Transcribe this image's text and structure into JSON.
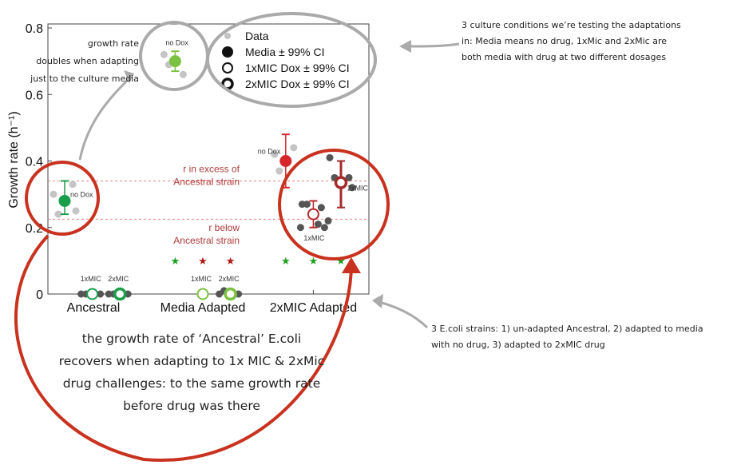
{
  "chart_data": {
    "type": "scatter",
    "ylabel": "Growth rate (h⁻¹)",
    "ylim": [
      0,
      0.8
    ],
    "yticks": [
      "0",
      "0.2",
      "0.4",
      "0.6",
      "0.8"
    ],
    "categories": [
      "Ancestral",
      "Media Adapted",
      "2xMIC Adapted"
    ],
    "legend": {
      "placement": "top-right",
      "entries": [
        "Data",
        "Media ± 99% CI",
        "1xMIC Dox ± 99% CI",
        "2xMIC Dox ± 99% CI"
      ]
    },
    "series": [
      {
        "name": "Ancestral Media",
        "label": "no Dox",
        "category": 0,
        "condition": "media",
        "color": "#1a9e4a",
        "mean": 0.28,
        "ci": [
          0.24,
          0.34
        ],
        "data": [
          0.3,
          0.33,
          0.24,
          0.25
        ]
      },
      {
        "name": "Ancestral 1xMIC",
        "label": "1xMIC",
        "category": 0,
        "condition": "1x",
        "color": "#1a9e4a",
        "mean": 0.0,
        "ci": [
          0,
          0
        ],
        "data": [
          0,
          0,
          0
        ]
      },
      {
        "name": "Ancestral 2xMIC",
        "label": "2xMIC",
        "category": 0,
        "condition": "2x",
        "color": "#1a9e4a",
        "mean": 0.0,
        "ci": [
          0,
          0
        ],
        "data": [
          0,
          0,
          0
        ]
      },
      {
        "name": "Media Adapted Media",
        "label": "no Dox",
        "category": 1,
        "condition": "media",
        "color": "#7cc242",
        "mean": 0.7,
        "ci": [
          0.67,
          0.73
        ],
        "data": [
          0.72,
          0.66,
          0.69
        ]
      },
      {
        "name": "Media Adapted 1xMIC",
        "label": "1xMIC",
        "category": 1,
        "condition": "1x",
        "color": "#7cc242",
        "mean": 0.0,
        "ci": [
          0,
          0
        ],
        "data": []
      },
      {
        "name": "Media Adapted 2xMIC",
        "label": "2xMIC",
        "category": 1,
        "condition": "2x",
        "color": "#7cc242",
        "mean": 0.0,
        "ci": [
          0,
          0
        ],
        "data": [
          0,
          0,
          0.01
        ]
      },
      {
        "name": "2xMIC Adapted Media",
        "label": "no Dox",
        "category": 2,
        "condition": "media",
        "color": "#d7262b",
        "mean": 0.4,
        "ci": [
          0.32,
          0.48
        ],
        "data": [
          0.42,
          0.44,
          0.37
        ]
      },
      {
        "name": "2xMIC Adapted 1xMIC",
        "label": "1xMIC",
        "category": 2,
        "condition": "1x",
        "color": "#b8262b",
        "mean": 0.24,
        "ci": [
          0.2,
          0.28
        ],
        "data": [
          0.27,
          0.26,
          0.27,
          0.2,
          0.2,
          0.21
        ]
      },
      {
        "name": "2xMIC Adapted 2xMIC",
        "label": "2xMIC",
        "category": 2,
        "condition": "2x",
        "color": "#a52a2a",
        "mean": 0.335,
        "ci": [
          0.26,
          0.4
        ],
        "data": [
          0.41,
          0.35,
          0.35,
          0.32,
          0.22
        ]
      }
    ],
    "reference_lines": [
      0.34,
      0.225
    ],
    "annotations": [
      "r in excess of",
      "Ancestral strain",
      "r below",
      "Ancestral strain"
    ],
    "stars": [
      {
        "slot": 1,
        "color": "#1ca01c"
      },
      {
        "slot": 2,
        "color": "#b01818"
      },
      {
        "slot": 3,
        "color": "#b01818"
      },
      {
        "slot": 4,
        "color": "#1ca01c"
      },
      {
        "slot": 5,
        "color": "#1ca01c"
      },
      {
        "slot": 6,
        "color": "#1ca01c"
      }
    ]
  },
  "notes": {
    "growth": [
      "growth rate",
      "doubles when adapting",
      "just to the culture media"
    ],
    "conditions": [
      "3 culture conditions we’re testing the adaptations",
      "in: Media means no drug, 1xMic and 2xMic are",
      "both media with drug at two different dosages"
    ],
    "strains": [
      "3 E.coli strains: 1) un-adapted Ancestral, 2) adapted to media",
      "with no drug, 3) adapted to 2xMIC drug"
    ],
    "recovery": [
      "the growth rate of ‘Ancestral’ E.coli",
      "recovers when adapting to 1x MIC & 2xMic",
      "drug challenges: to the same growth rate",
      "before drug was there"
    ]
  }
}
